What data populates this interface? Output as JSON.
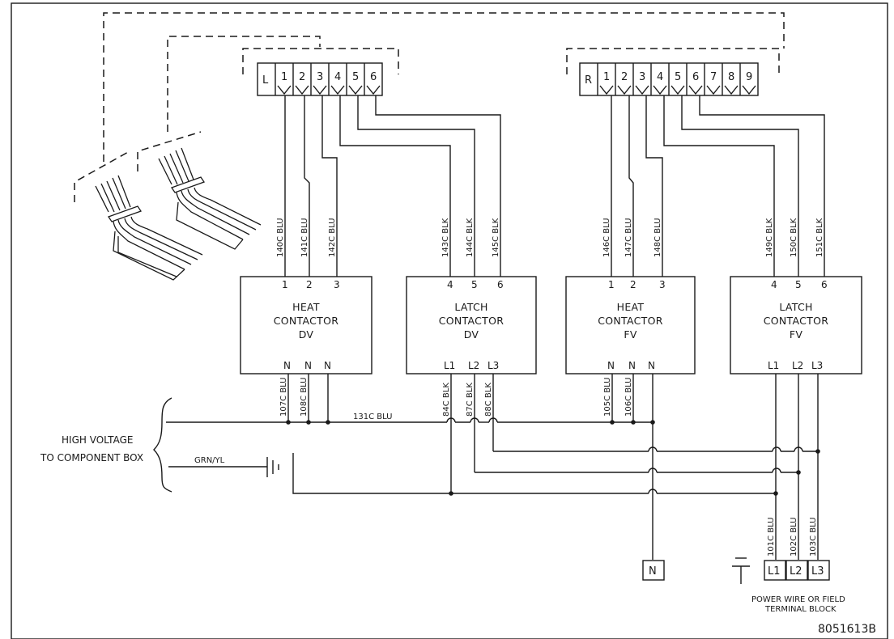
{
  "terminals_left": {
    "prefix": "L",
    "pins": [
      "1",
      "2",
      "3",
      "4",
      "5",
      "6"
    ]
  },
  "terminals_right": {
    "prefix": "R",
    "pins": [
      "1",
      "2",
      "3",
      "4",
      "5",
      "6",
      "7",
      "8",
      "9"
    ]
  },
  "boxes": [
    {
      "lines": [
        "HEAT",
        "CONTACTOR",
        "DV"
      ],
      "top_pins": [
        "1",
        "2",
        "3"
      ],
      "bottom_pins": [
        "N",
        "N",
        "N"
      ]
    },
    {
      "lines": [
        "LATCH",
        "CONTACTOR",
        "DV"
      ],
      "top_pins": [
        "4",
        "5",
        "6"
      ],
      "bottom_pins": [
        "L1",
        "L2",
        "L3"
      ]
    },
    {
      "lines": [
        "HEAT",
        "CONTACTOR",
        "FV"
      ],
      "top_pins": [
        "1",
        "2",
        "3"
      ],
      "bottom_pins": [
        "N",
        "N",
        "N"
      ]
    },
    {
      "lines": [
        "LATCH",
        "CONTACTOR",
        "FV"
      ],
      "top_pins": [
        "4",
        "5",
        "6"
      ],
      "bottom_pins": [
        "L1",
        "L2",
        "L3"
      ]
    }
  ],
  "wire_labels_upper": [
    "140C BLU",
    "141C BLU",
    "142C BLU",
    "143C BLK",
    "144C BLK",
    "145C BLK",
    "146C BLU",
    "147C BLU",
    "148C BLU",
    "149C BLK",
    "150C BLK",
    "151C BLK"
  ],
  "wire_labels_lower": [
    "107C BLU",
    "108C BLU",
    "84C BLK",
    "87C BLK",
    "88C BLK",
    "105C BLU",
    "106C BLU"
  ],
  "bus_label": "131C BLU",
  "ground_label": "GRN/YL",
  "high_voltage_label": [
    "HIGH VOLTAGE",
    "TO COMPONENT BOX"
  ],
  "feed_labels": [
    "101C BLU",
    "102C BLU",
    "103C BLU"
  ],
  "neutral_terminal": "N",
  "field_terminals": [
    "L1",
    "L2",
    "L3"
  ],
  "terminal_block_caption": [
    "POWER WIRE OR FIELD",
    "TERMINAL BLOCK"
  ],
  "drawing_number": "8051613B"
}
